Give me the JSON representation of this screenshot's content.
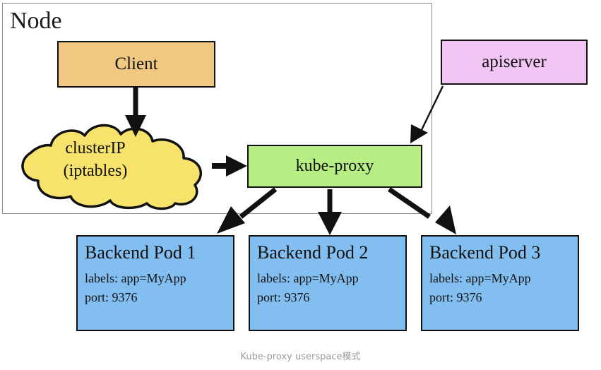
{
  "diagram": {
    "title": "Kube-proxy userspace模式",
    "node_container": {
      "label": "Node"
    },
    "nodes": {
      "client": {
        "label": "Client",
        "color": "#F0C882"
      },
      "cluster_ip": {
        "line1": "clusterIP",
        "line2": "(iptables)",
        "color": "#F7E36B"
      },
      "kube_proxy": {
        "label": "kube-proxy",
        "color": "#B6ED84"
      },
      "apiserver": {
        "label": "apiserver",
        "color": "#F1C6F4"
      }
    },
    "pods": [
      {
        "title": "Backend Pod 1",
        "labels_line": "labels: app=MyApp",
        "port_line": "port: 9376",
        "color": "#82BEF0"
      },
      {
        "title": "Backend Pod 2",
        "labels_line": "labels: app=MyApp",
        "port_line": "port: 9376",
        "color": "#82BEF0"
      },
      {
        "title": "Backend Pod 3",
        "labels_line": "labels: app=MyApp",
        "port_line": "port: 9376",
        "color": "#82BEF0"
      }
    ],
    "edges": [
      {
        "from": "client",
        "to": "cluster_ip"
      },
      {
        "from": "cluster_ip",
        "to": "kube_proxy"
      },
      {
        "from": "apiserver",
        "to": "kube_proxy"
      },
      {
        "from": "kube_proxy",
        "to": "pod_1"
      },
      {
        "from": "kube_proxy",
        "to": "pod_2"
      },
      {
        "from": "kube_proxy",
        "to": "pod_3"
      }
    ],
    "caption": "Kube-proxy userspace模式"
  }
}
